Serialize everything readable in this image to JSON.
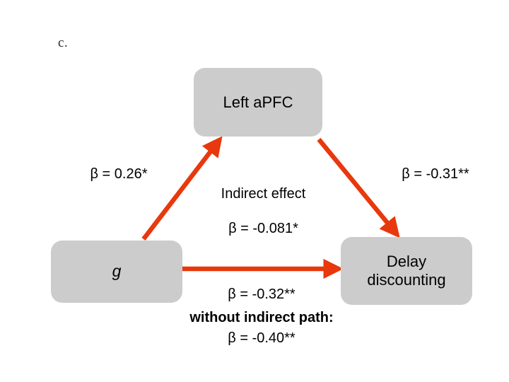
{
  "figure": {
    "panel_label": "c.",
    "type": "mediation-path-diagram",
    "colors": {
      "node_fill": "#cccccc",
      "arrow": "#e8380d",
      "text": "#000000",
      "background": "#ffffff"
    }
  },
  "nodes": [
    {
      "id": "apfc",
      "label": "Left aPFC",
      "role": "mediator"
    },
    {
      "id": "g",
      "label": "g",
      "role": "predictor",
      "italic": true
    },
    {
      "id": "dd",
      "label": "Delay\ndiscounting",
      "role": "outcome"
    }
  ],
  "edges": [
    {
      "id": "a-path",
      "from": "g",
      "to": "apfc",
      "label": "β = 0.26*",
      "beta": 0.26,
      "significance": "*"
    },
    {
      "id": "b-path",
      "from": "apfc",
      "to": "dd",
      "label": "β = -0.31**",
      "beta": -0.31,
      "significance": "**"
    },
    {
      "id": "c-path",
      "from": "g",
      "to": "dd",
      "label_direct": "β = -0.32**",
      "label_without_line": "without indirect path:",
      "label_total": "β = -0.40**",
      "beta_direct": -0.32,
      "beta_total": -0.4,
      "significance": "**"
    }
  ],
  "indirect": {
    "title": "Indirect effect",
    "label": "β = -0.081*",
    "beta": -0.081,
    "significance": "*"
  }
}
